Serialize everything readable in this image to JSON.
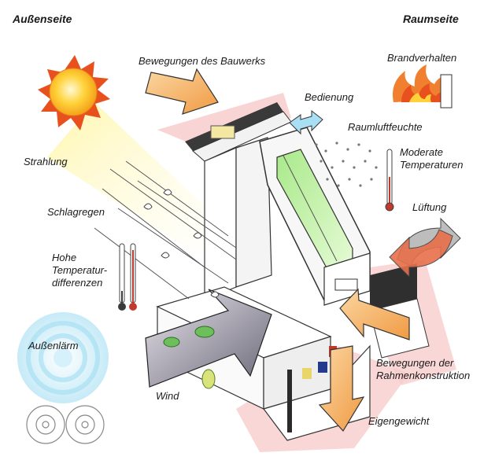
{
  "headers": {
    "outside": "Außenseite",
    "inside": "Raumseite"
  },
  "labels": {
    "building_movement": "Bewegungen des Bauwerks",
    "operation": "Bedienung",
    "fire_behavior": "Brandverhalten",
    "room_humidity": "Raumluftfeuchte",
    "moderate_temps": [
      "Moderate",
      "Temperaturen"
    ],
    "radiation": "Strahlung",
    "driving_rain": "Schlagregen",
    "ventilation": "Lüftung",
    "high_temp_diff": [
      "Hohe",
      "Temperatur-",
      "differenzen"
    ],
    "outside_noise": "Außenlärm",
    "frame_movement": [
      "Bewegungen der",
      "Rahmenkonstruktion"
    ],
    "wind": "Wind",
    "dead_weight": "Eigengewicht"
  },
  "icons": [
    "sun-icon",
    "flame-icon",
    "thermometer-icon",
    "rain-drops-icon",
    "noise-waves-icon",
    "wind-arrow-icon",
    "rotation-arrows-icon"
  ],
  "colors": {
    "arrow_orange": "#f6b96a",
    "pink_zone": "#f7c9c9",
    "glass": "#c9f0a8",
    "flame": "#e8501e",
    "thermo_red": "#c0392b",
    "light_blue": "#a8dff2"
  }
}
